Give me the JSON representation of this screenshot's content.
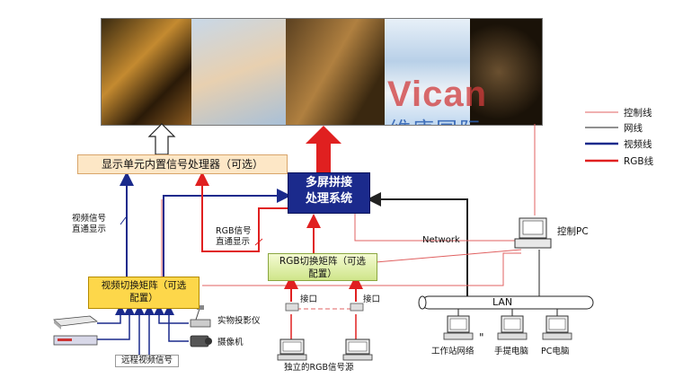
{
  "wall": {
    "brand_latin": "Vican",
    "brand_cn": "维康国际"
  },
  "boxes": {
    "display_processor": "显示单元内置信号处理器（可选）",
    "multi_screen": [
      "多屏拼接",
      "处理系统"
    ],
    "rgb_matrix": [
      "RGB切换矩阵（可选",
      "配置）"
    ],
    "video_matrix": [
      "视频切换矩阵（可选",
      "配置）"
    ]
  },
  "labels": {
    "video_direct": [
      "视频信号",
      "直通显示"
    ],
    "rgb_direct": [
      "RGB信号",
      "直通显示"
    ],
    "network": "Network",
    "control_pc": "控制PC",
    "lan": "LAN",
    "interface1": "接口",
    "interface2": "接口",
    "projector": "实物投影仪",
    "camera": "摄像机",
    "remote_video": "远程视频信号",
    "rgb_source": "独立的RGB信号源",
    "workstation": "工作站网络",
    "laptop": "手提电脑",
    "pc": "PC电脑",
    "quote": "\""
  },
  "legend": [
    {
      "label": "控制线",
      "color": "#e06060",
      "weight": 1
    },
    {
      "label": "网线",
      "color": "#222222",
      "weight": 1
    },
    {
      "label": "视频线",
      "color": "#1a2a8c",
      "weight": 2.5
    },
    {
      "label": "RGB线",
      "color": "#e02020",
      "weight": 2.5
    }
  ],
  "colors": {
    "control": "#e06060",
    "network": "#222222",
    "video": "#1a2a8c",
    "rgb": "#e02020"
  }
}
